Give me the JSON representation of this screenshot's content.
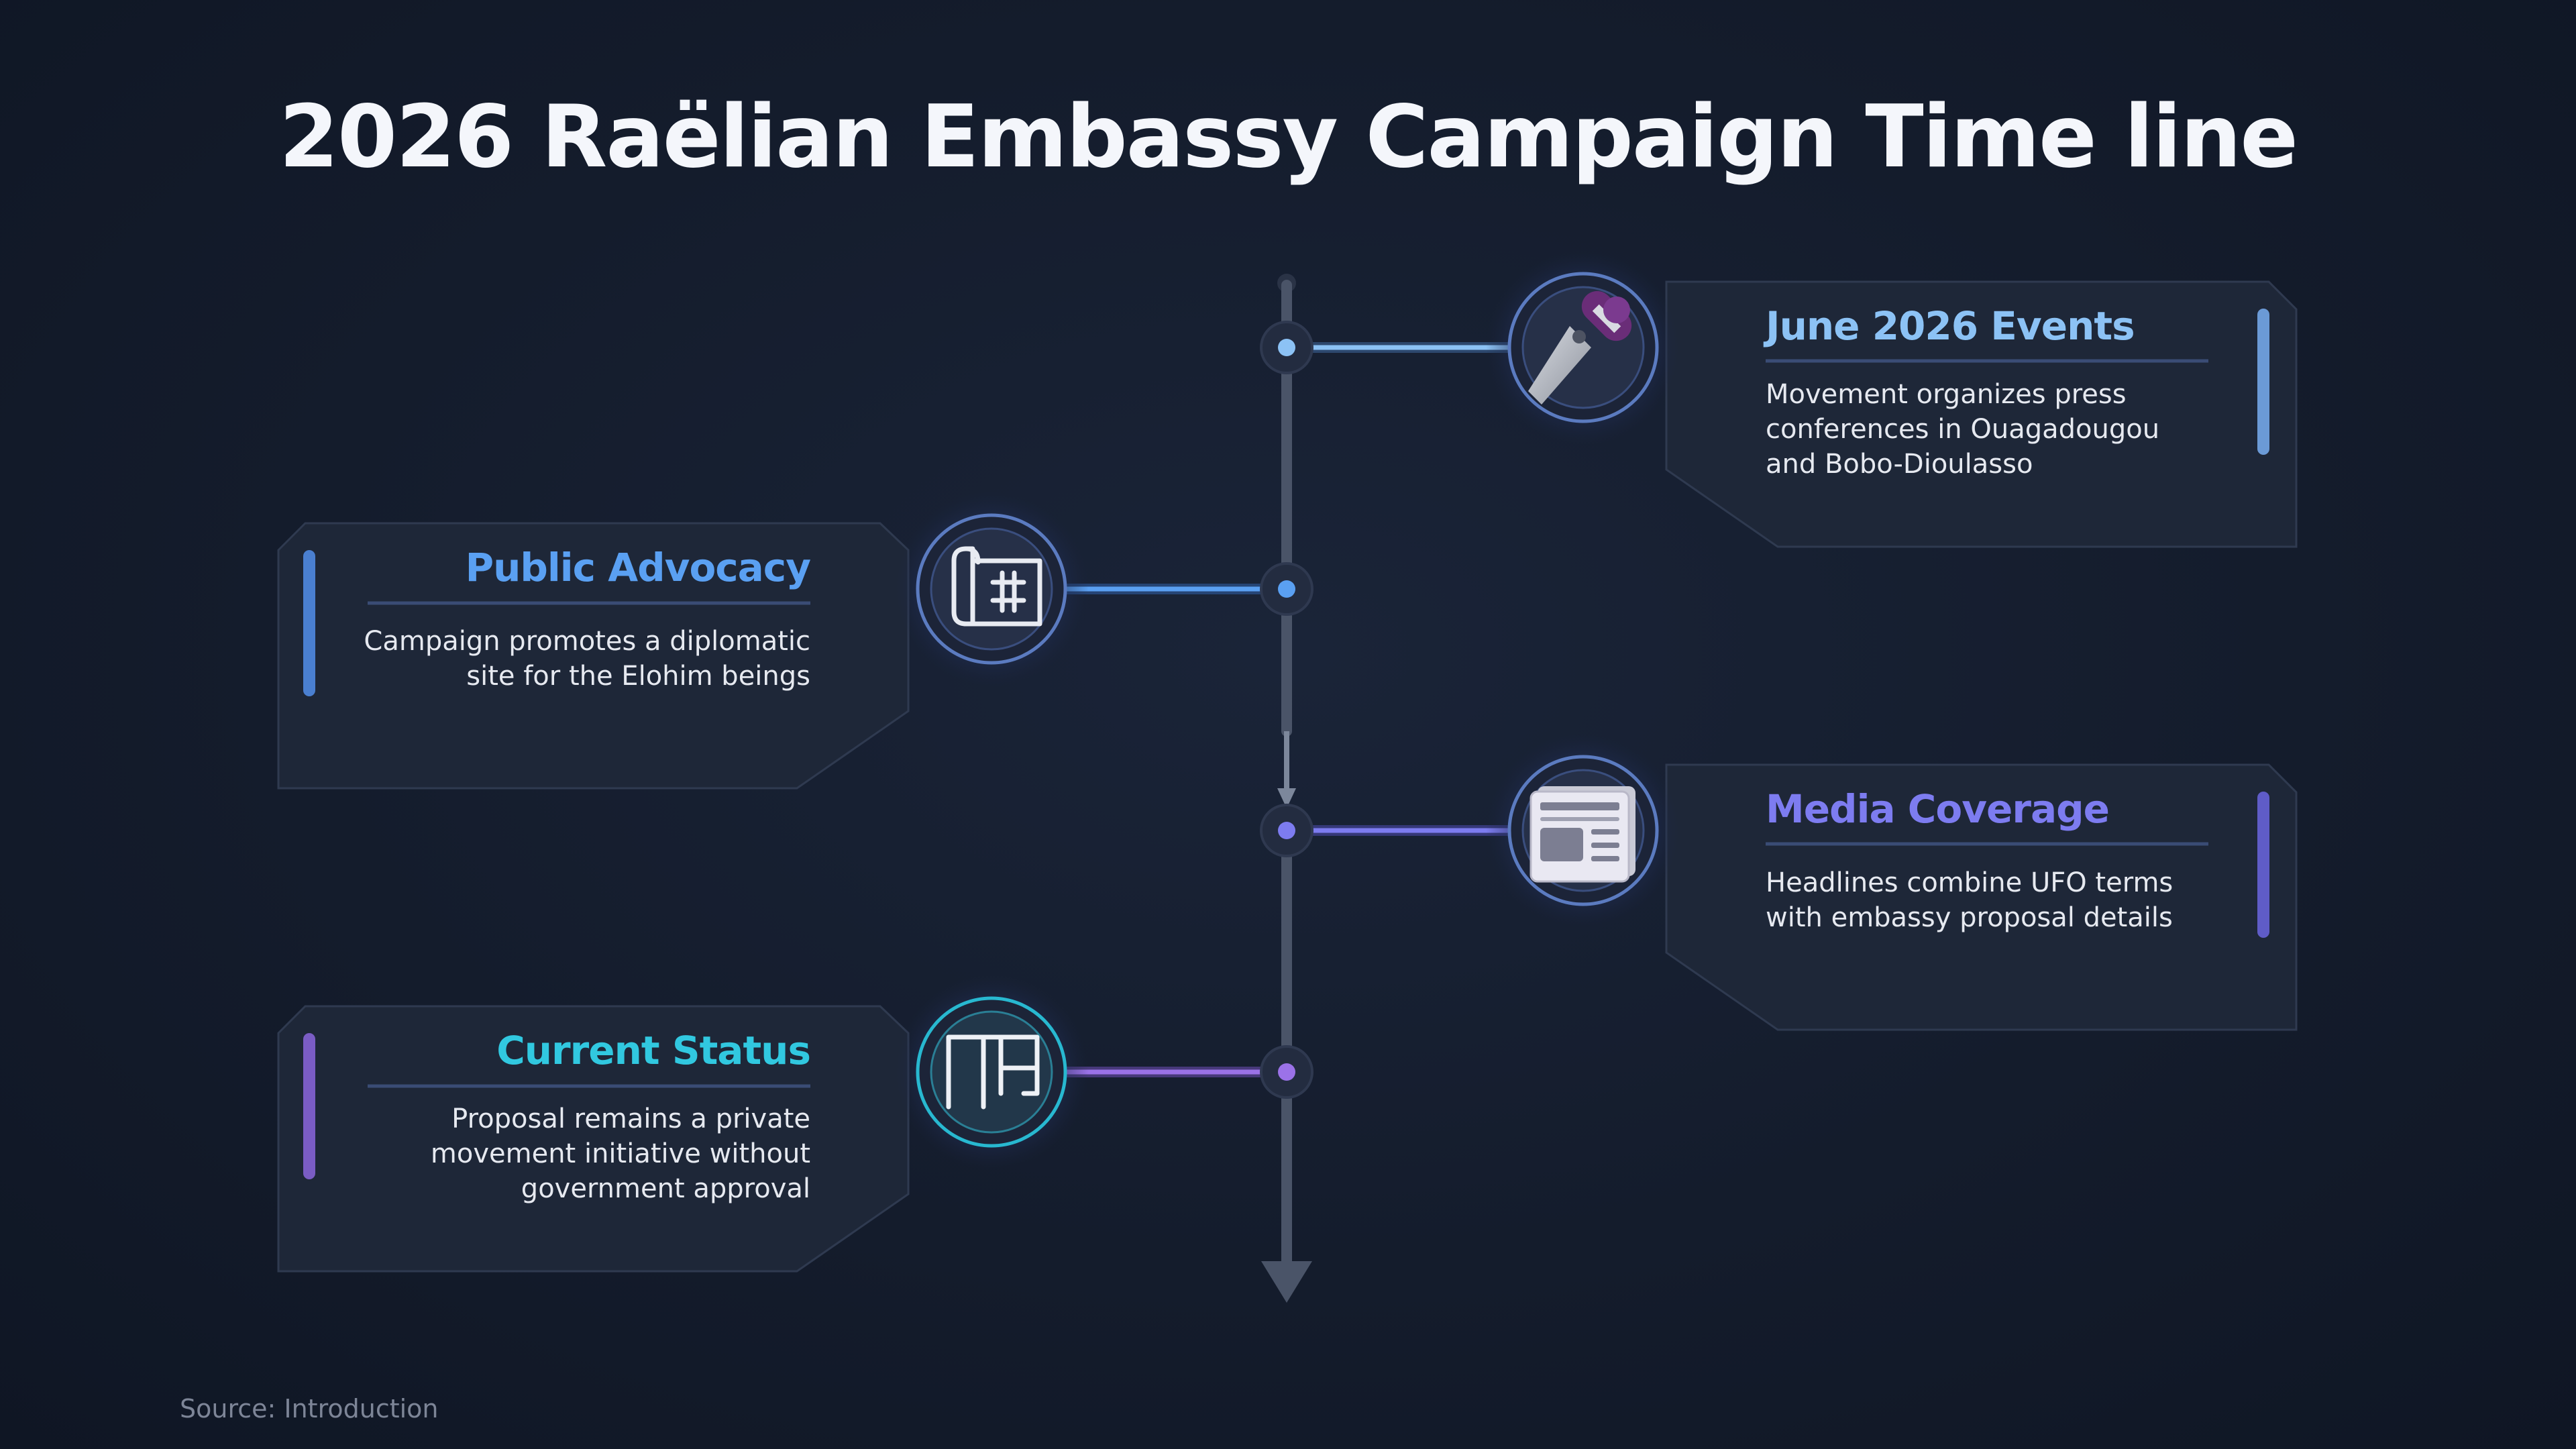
{
  "title": "2026 Raëlian Embassy Campaign Time line",
  "colors": {
    "background": "#141d2e",
    "card": "#1e2738",
    "spine": "#4a5468",
    "blue": "#5aa0f2",
    "light_blue": "#8cc2f5",
    "indigo": "#7d7cf0",
    "cyan": "#31c8e0",
    "purple": "#9b72e8"
  },
  "events": [
    {
      "title": "June 2026 Events",
      "description": "Movement organizes press conferences in Ouagadougou and Bobo-Dioulasso",
      "description_lines": [
        "Movement organizes press",
        "conferences in Ouagadougou",
        "and Bobo-Dioulasso"
      ],
      "icon": "microphone-icon",
      "side": "right",
      "accent": "#8cc2f5"
    },
    {
      "title": "Public Advocacy",
      "description": "Campaign promotes a diplomatic site for the Elohim beings",
      "description_lines": [
        "Campaign promotes a diplomatic",
        "site for the Elohim beings"
      ],
      "icon": "blueprint-icon",
      "side": "left",
      "accent": "#5aa0f2"
    },
    {
      "title": "Media Coverage",
      "description": "Headlines combine UFO terms with embassy proposal details",
      "description_lines": [
        "Headlines combine UFO terms",
        "with embassy proposal details"
      ],
      "icon": "newspaper-icon",
      "side": "right",
      "accent": "#7d7cf0"
    },
    {
      "title": "Current Status",
      "description": "Proposal remains a private movement initiative without government approval",
      "description_lines": [
        "Proposal remains a private",
        "movement initiative without",
        "government approval"
      ],
      "icon": "unfinished-building-icon",
      "side": "left",
      "accent": "#31c8e0"
    }
  ],
  "source": "Source: Introduction"
}
